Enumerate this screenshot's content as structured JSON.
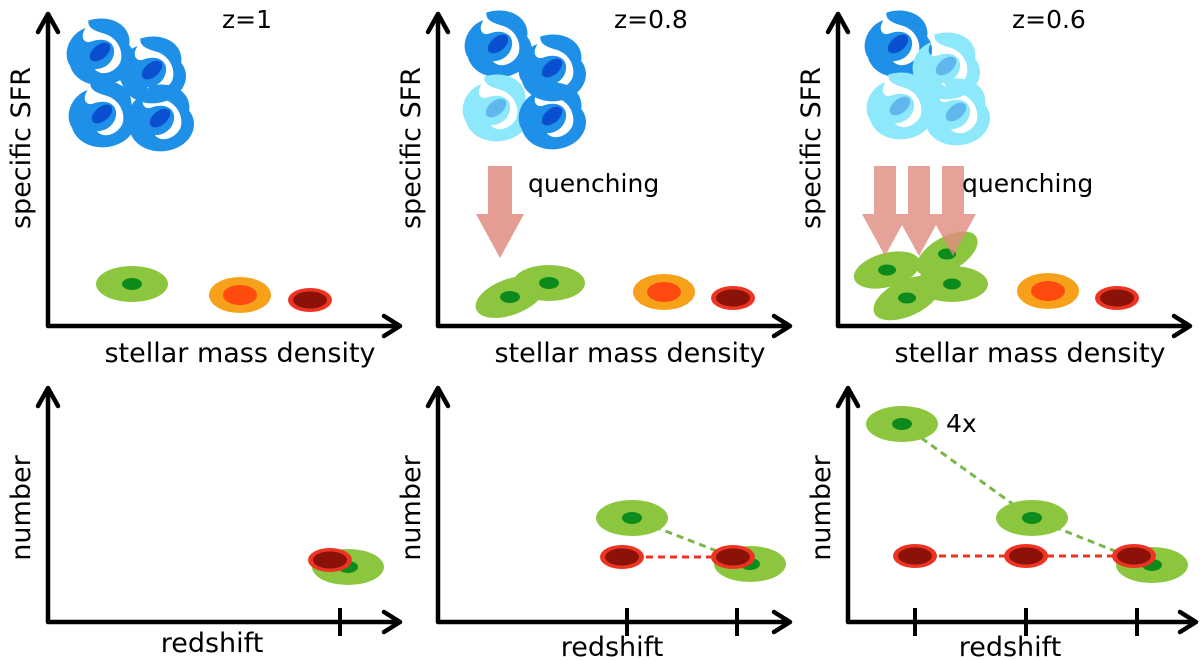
{
  "panels": {
    "p1": {
      "title": "z=1"
    },
    "p2": {
      "title": "z=0.8",
      "annotation": "quenching"
    },
    "p3": {
      "title": "z=0.6",
      "annotation": "quenching",
      "multiplier": "4x"
    }
  },
  "axes": {
    "top_y": "specific SFR",
    "top_x": "stellar mass density",
    "bottom_y": "number",
    "bottom_x": "redshift"
  },
  "colors": {
    "spiral_blue": "#1e90e8",
    "spiral_core": "#0a4fd0",
    "spiral_faded": "#8de8fb",
    "spiral_faded_core": "#5fb7ee",
    "green_galaxy": "#8cc63f",
    "green_core": "#0c8a1c",
    "orange_galaxy": "#f7a11a",
    "orange_core": "#ff4b10",
    "red_galaxy": "#ee3322",
    "red_core": "#8a1208",
    "quench_arrow": "#e08c80",
    "green_line": "#7ab648",
    "red_line": "#ee3322"
  }
}
